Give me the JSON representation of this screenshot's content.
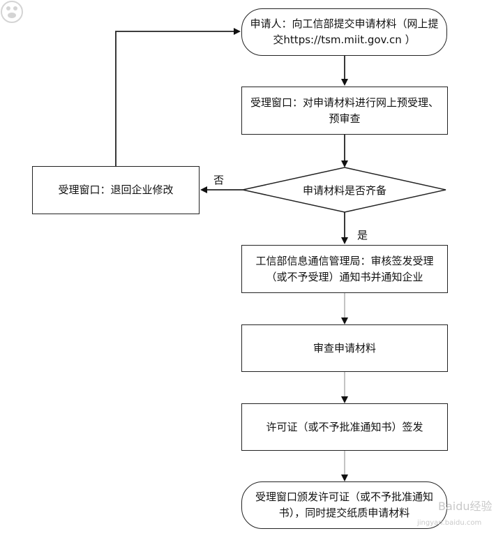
{
  "nodes": {
    "start": "申请人：向工信部提交申请材料（网上提交https://tsm.miit.gov.cn ）",
    "pre_review": "受理窗口：对申请材料进行网上预受理、预审查",
    "decision": "申请材料是否齐备",
    "return_enterprise": "受理窗口：退回企业修改",
    "notify": "工信部信息通信管理局：审核签发受理（或不予受理）通知书并通知企业",
    "review": "审查申请材料",
    "issue_license": "许可证（或不予批准通知书）签发",
    "end": "受理窗口颁发许可证（或不予批准通知书），同时提交纸质申请材料"
  },
  "edges": {
    "no_label": "否",
    "yes_label": "是"
  },
  "watermark": {
    "text": "Baidu经验",
    "sub": "jingyan.baidu.com"
  },
  "colors": {
    "line": "#222222",
    "thin_line": "#888888"
  }
}
